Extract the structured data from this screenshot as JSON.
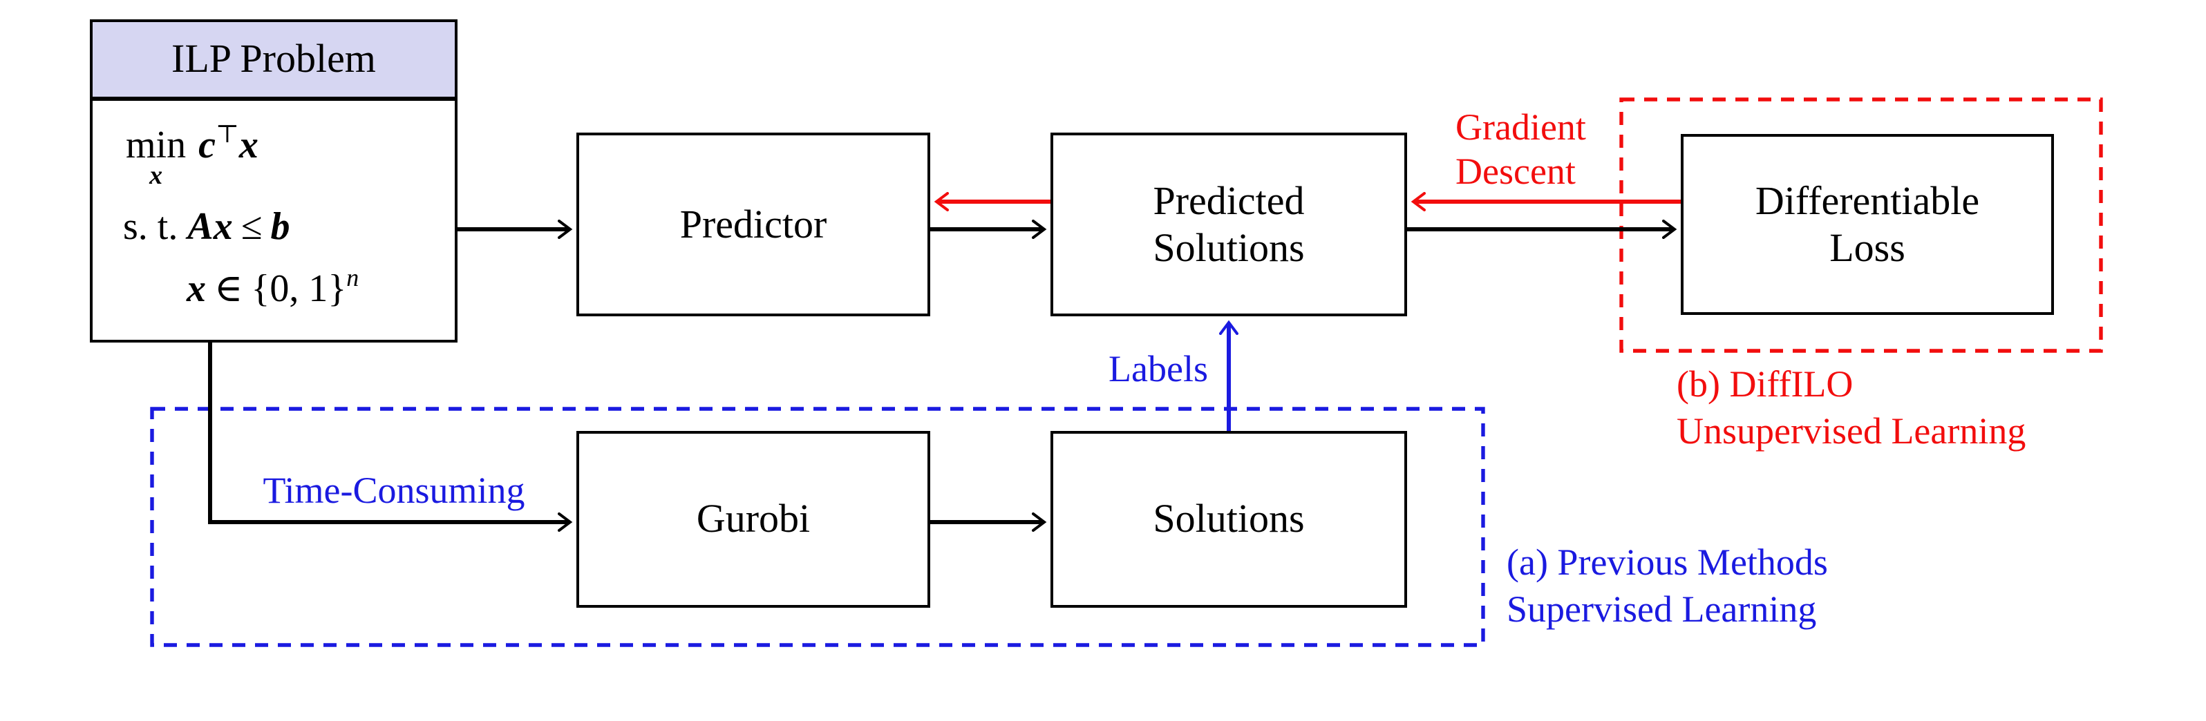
{
  "diagram": {
    "ilp_box": {
      "title": "ILP Problem",
      "math": {
        "min_op": "min",
        "min_sub": "x",
        "obj_c": "c",
        "obj_transpose": "⊤",
        "obj_x": "x",
        "st": "s. t.",
        "cons_lhs": "Ax",
        "cons_rel": "≤",
        "cons_rhs": "b",
        "dom_var": "x",
        "dom_rel": "∈",
        "dom_set": "{0, 1}",
        "dom_sup": "n"
      }
    },
    "nodes": {
      "predictor": "Predictor",
      "predicted_line1": "Predicted",
      "predicted_line2": "Solutions",
      "loss_line1": "Differentiable",
      "loss_line2": "Loss",
      "gurobi": "Gurobi",
      "solutions": "Solutions"
    },
    "annotations": {
      "gradient_line1": "Gradient",
      "gradient_line2": "Descent",
      "labels": "Labels",
      "time_consuming": "Time-Consuming",
      "caption_b_line1": "(b) DiffILO",
      "caption_b_line2": "Unsupervised Learning",
      "caption_a_line1": "(a) Previous Methods",
      "caption_a_line2": "Supervised Learning"
    },
    "colors": {
      "black": "#000000",
      "red": "#f20d0d",
      "blue": "#1a1ae0",
      "ilp_header_fill": "#d6d6f2",
      "background": "#ffffff"
    }
  }
}
